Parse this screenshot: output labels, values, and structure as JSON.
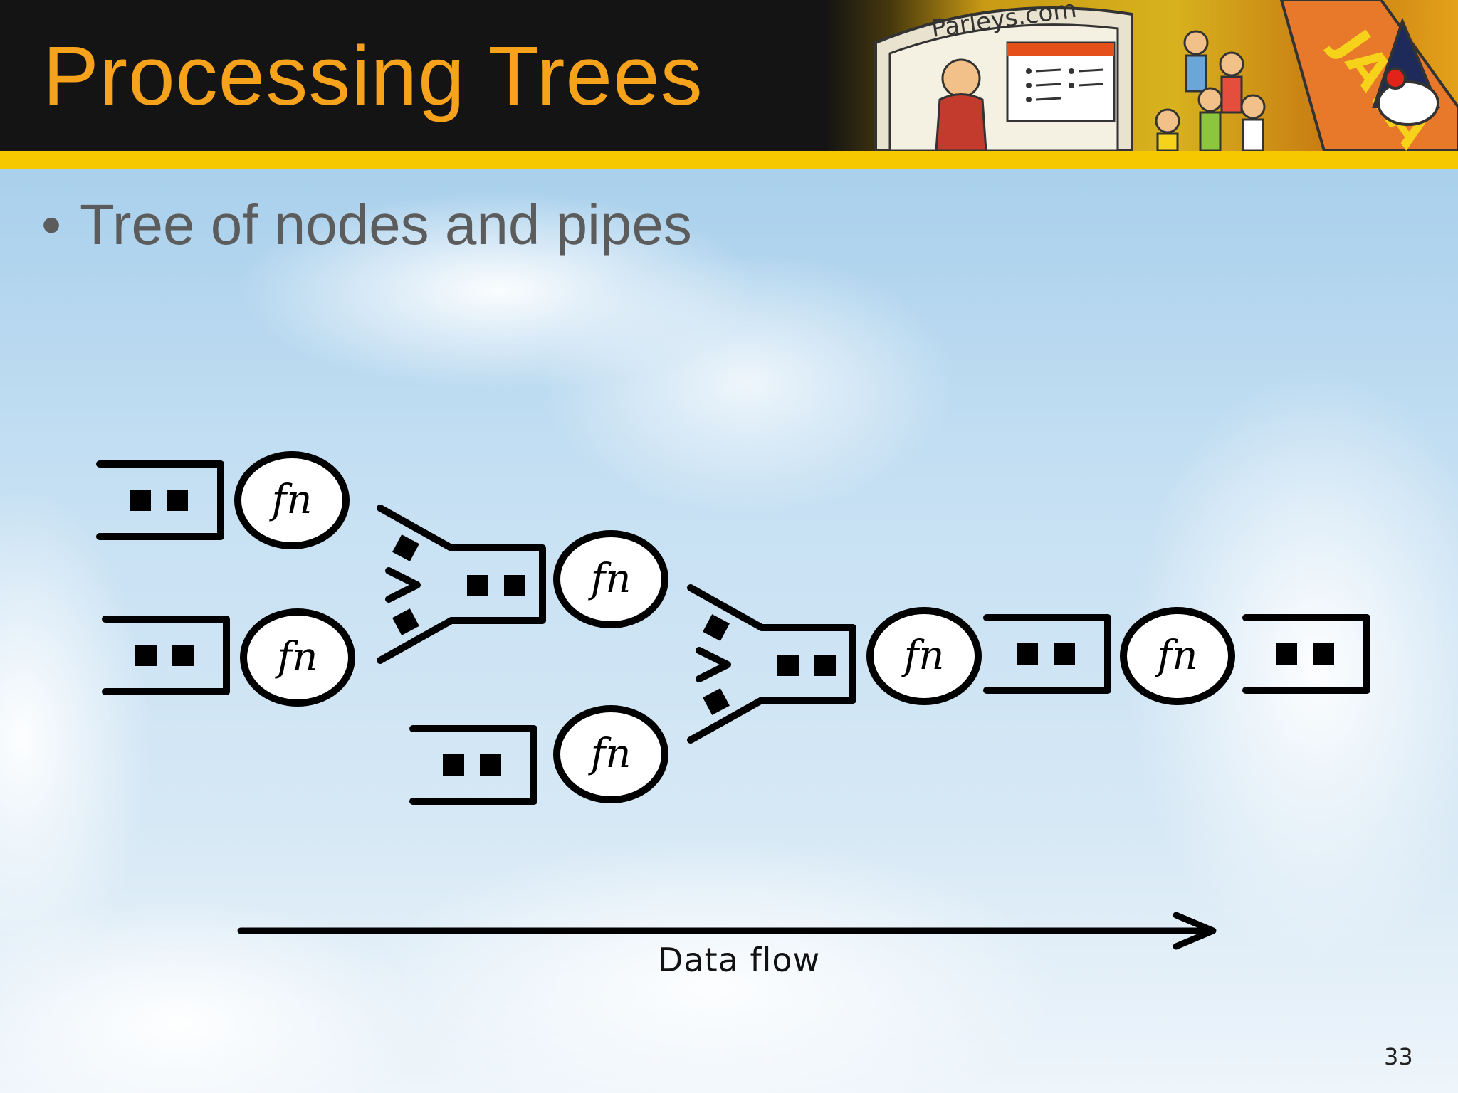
{
  "slide": {
    "title": "Processing Trees",
    "bullet_symbol": "•",
    "bullet": "Tree of nodes and pipes",
    "page_number": "33"
  },
  "header_art": {
    "sign_text": "Parleys.com",
    "banner_text": "JAVA",
    "description_icon": "cartoon-crowd-illustration"
  },
  "diagram": {
    "node_label": "fn",
    "flow_label": "Data flow"
  },
  "colors": {
    "title": "#f7a21b",
    "header_bg": "#141414",
    "header_stripe": "#f5c800",
    "bullet_text": "#5c5c5c"
  }
}
